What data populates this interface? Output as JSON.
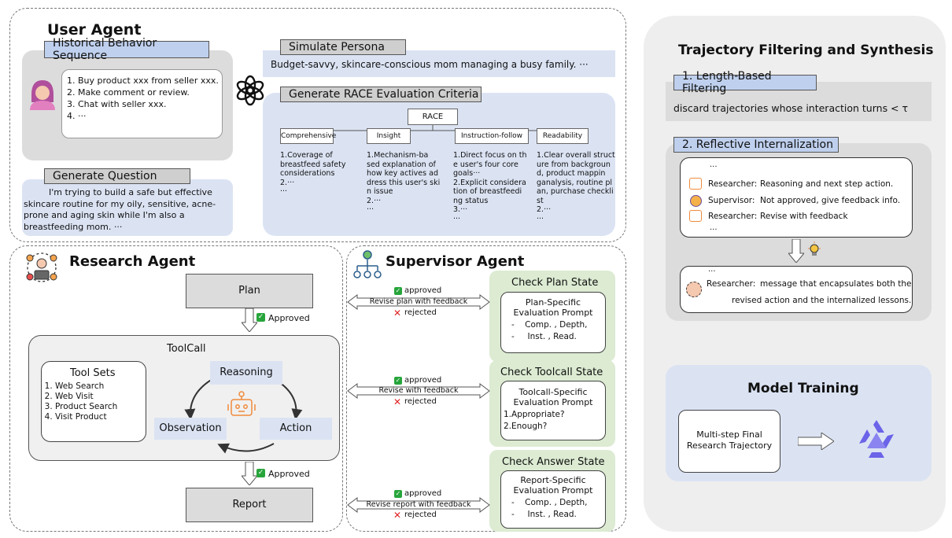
{
  "user_agent": {
    "title": "User Agent",
    "history_label": "Historical Behavior Sequence",
    "history_items": [
      "Buy product xxx from seller xxx.",
      "Make comment or review.",
      "Chat with seller xxx.",
      "···"
    ],
    "question_label": "Generate Question",
    "question_text": "I'm trying to build a safe but effective skincare routine for my oily, sensitive, acne-prone and aging skin while I'm also a breastfeeding mom. ···",
    "persona_label": "Simulate Persona",
    "persona_text": "Budget-savvy, skincare-conscious mom managing a busy family. ···",
    "race_label": "Generate RACE  Evaluation Criteria",
    "race_root": "RACE",
    "criteria": [
      {
        "name": "Comprehensive",
        "text": "1.Coverage of\nbreastfeed safety\nconsiderations\n2.···\n···"
      },
      {
        "name": "Insight",
        "text": "1.Mechanism-ba\nsed explanation of\nhow key actives ad\ndress this user's ski\nn issue\n2.···\n···"
      },
      {
        "name": "Instruction-follow",
        "text": "1.Direct focus on th\ne user's four core\ngoals···\n2.Explicit considera\ntion of breastfeedi\nng status\n3.···\n···"
      },
      {
        "name": "Readability",
        "text": "1.Clear overall struct\nure from backgroun\nd, product mappin\nganalysis, routine pl\nan, purchase checkli\nst\n2.···\n···"
      }
    ]
  },
  "research_agent": {
    "title": "Research Agent",
    "plan": "Plan",
    "approved": "Approved",
    "toolcall": "ToolCall",
    "tool_sets_title": "Tool Sets",
    "tools": [
      "Web Search",
      "Web Visit",
      "Product Search",
      "Visit Product"
    ],
    "reasoning": "Reasoning",
    "observation": "Observation",
    "action": "Action",
    "report": "Report"
  },
  "supervisor_agent": {
    "title": "Supervisor Agent",
    "approved": "approved",
    "rejected": "rejected",
    "checks": [
      {
        "title": "Check Plan State",
        "feedback": "Revise plan with feedback",
        "prompt_title": "Plan-Specific\nEvaluation Prompt",
        "prompt_lines": [
          "-    Comp. , Depth,",
          "-     Inst. , Read."
        ]
      },
      {
        "title": "Check Toolcall State",
        "feedback": "Revise with feedback",
        "prompt_title": "Toolcall-Specific\nEvaluation Prompt",
        "prompt_lines": [
          "1.Appropriate?",
          "2.Enough?"
        ]
      },
      {
        "title": "Check Answer State",
        "feedback": "Revise report with feedback",
        "prompt_title": "Report-Specific\nEvaluation Prompt",
        "prompt_lines": [
          "-    Comp. , Depth,",
          "-     Inst. , Read."
        ]
      }
    ]
  },
  "trajectory": {
    "title": "Trajectory Filtering and Synthesis",
    "length_label": "1. Length-Based Filtering",
    "length_text": "discard trajectories whose interaction turns < τ",
    "reflective_label": "2. Reflective Internalization",
    "dots": "···",
    "dialogue": [
      {
        "role": "Researcher:",
        "text": "Reasoning and next step action."
      },
      {
        "role": "Supervisor:",
        "text": "Not approved, give feedback info."
      },
      {
        "role": "Researcher:",
        "text": "Revise with feedback"
      }
    ],
    "final_role": "Researcher:",
    "final_text_1": "message that encapsulates both the",
    "final_text_2": "revised action and the internalized lessons."
  },
  "model_training": {
    "title": "Model Training",
    "input": "Multi-step Final\nResearch Trajectory"
  }
}
